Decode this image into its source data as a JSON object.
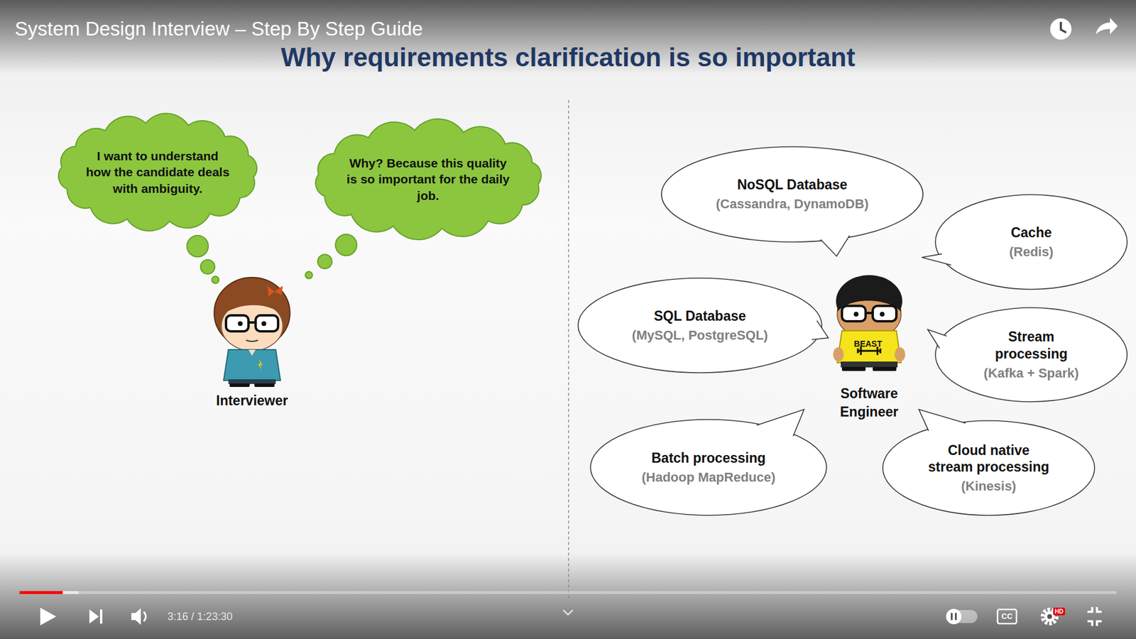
{
  "diagram": {
    "title": "Why requirements clarification is so important",
    "nodes": [
      {
        "text": [
          "I want to understand how the candidate deals with ambiguity."
        ]
      },
      {
        "text": [
          "Why? Because this quality is so important for the daily job."
        ]
      },
      {
        "text": [
          "NoSQL Database",
          "(Cassandra, DynamoDB)"
        ]
      },
      {
        "text": [
          "Cache",
          "(Redis)"
        ]
      },
      {
        "text": [
          "SQL Database",
          "(MySQL, PostgreSQL)"
        ]
      },
      {
        "text": [
          "Stream processing",
          "(Kafka + Spark)"
        ]
      },
      {
        "text": [
          "Batch processing",
          "(Hadoop MapReduce)"
        ]
      },
      {
        "text": [
          "Cloud native stream processing",
          "(Kinesis)"
        ]
      }
    ],
    "labels": [
      "System Design Interview – Step By Step Guide",
      "Interviewer",
      "BEAST",
      "Software Engineer",
      "3:16 / 1:23:30",
      "CC",
      "HD"
    ]
  }
}
